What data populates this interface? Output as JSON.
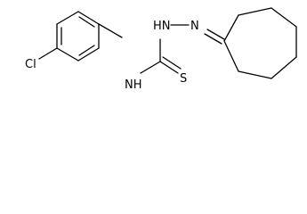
{
  "molecule": {
    "atoms": {
      "cl": "Cl",
      "nh_aryl": "NH",
      "s": "S",
      "nh_hydrazine": "HN",
      "n_imine": "N"
    }
  }
}
